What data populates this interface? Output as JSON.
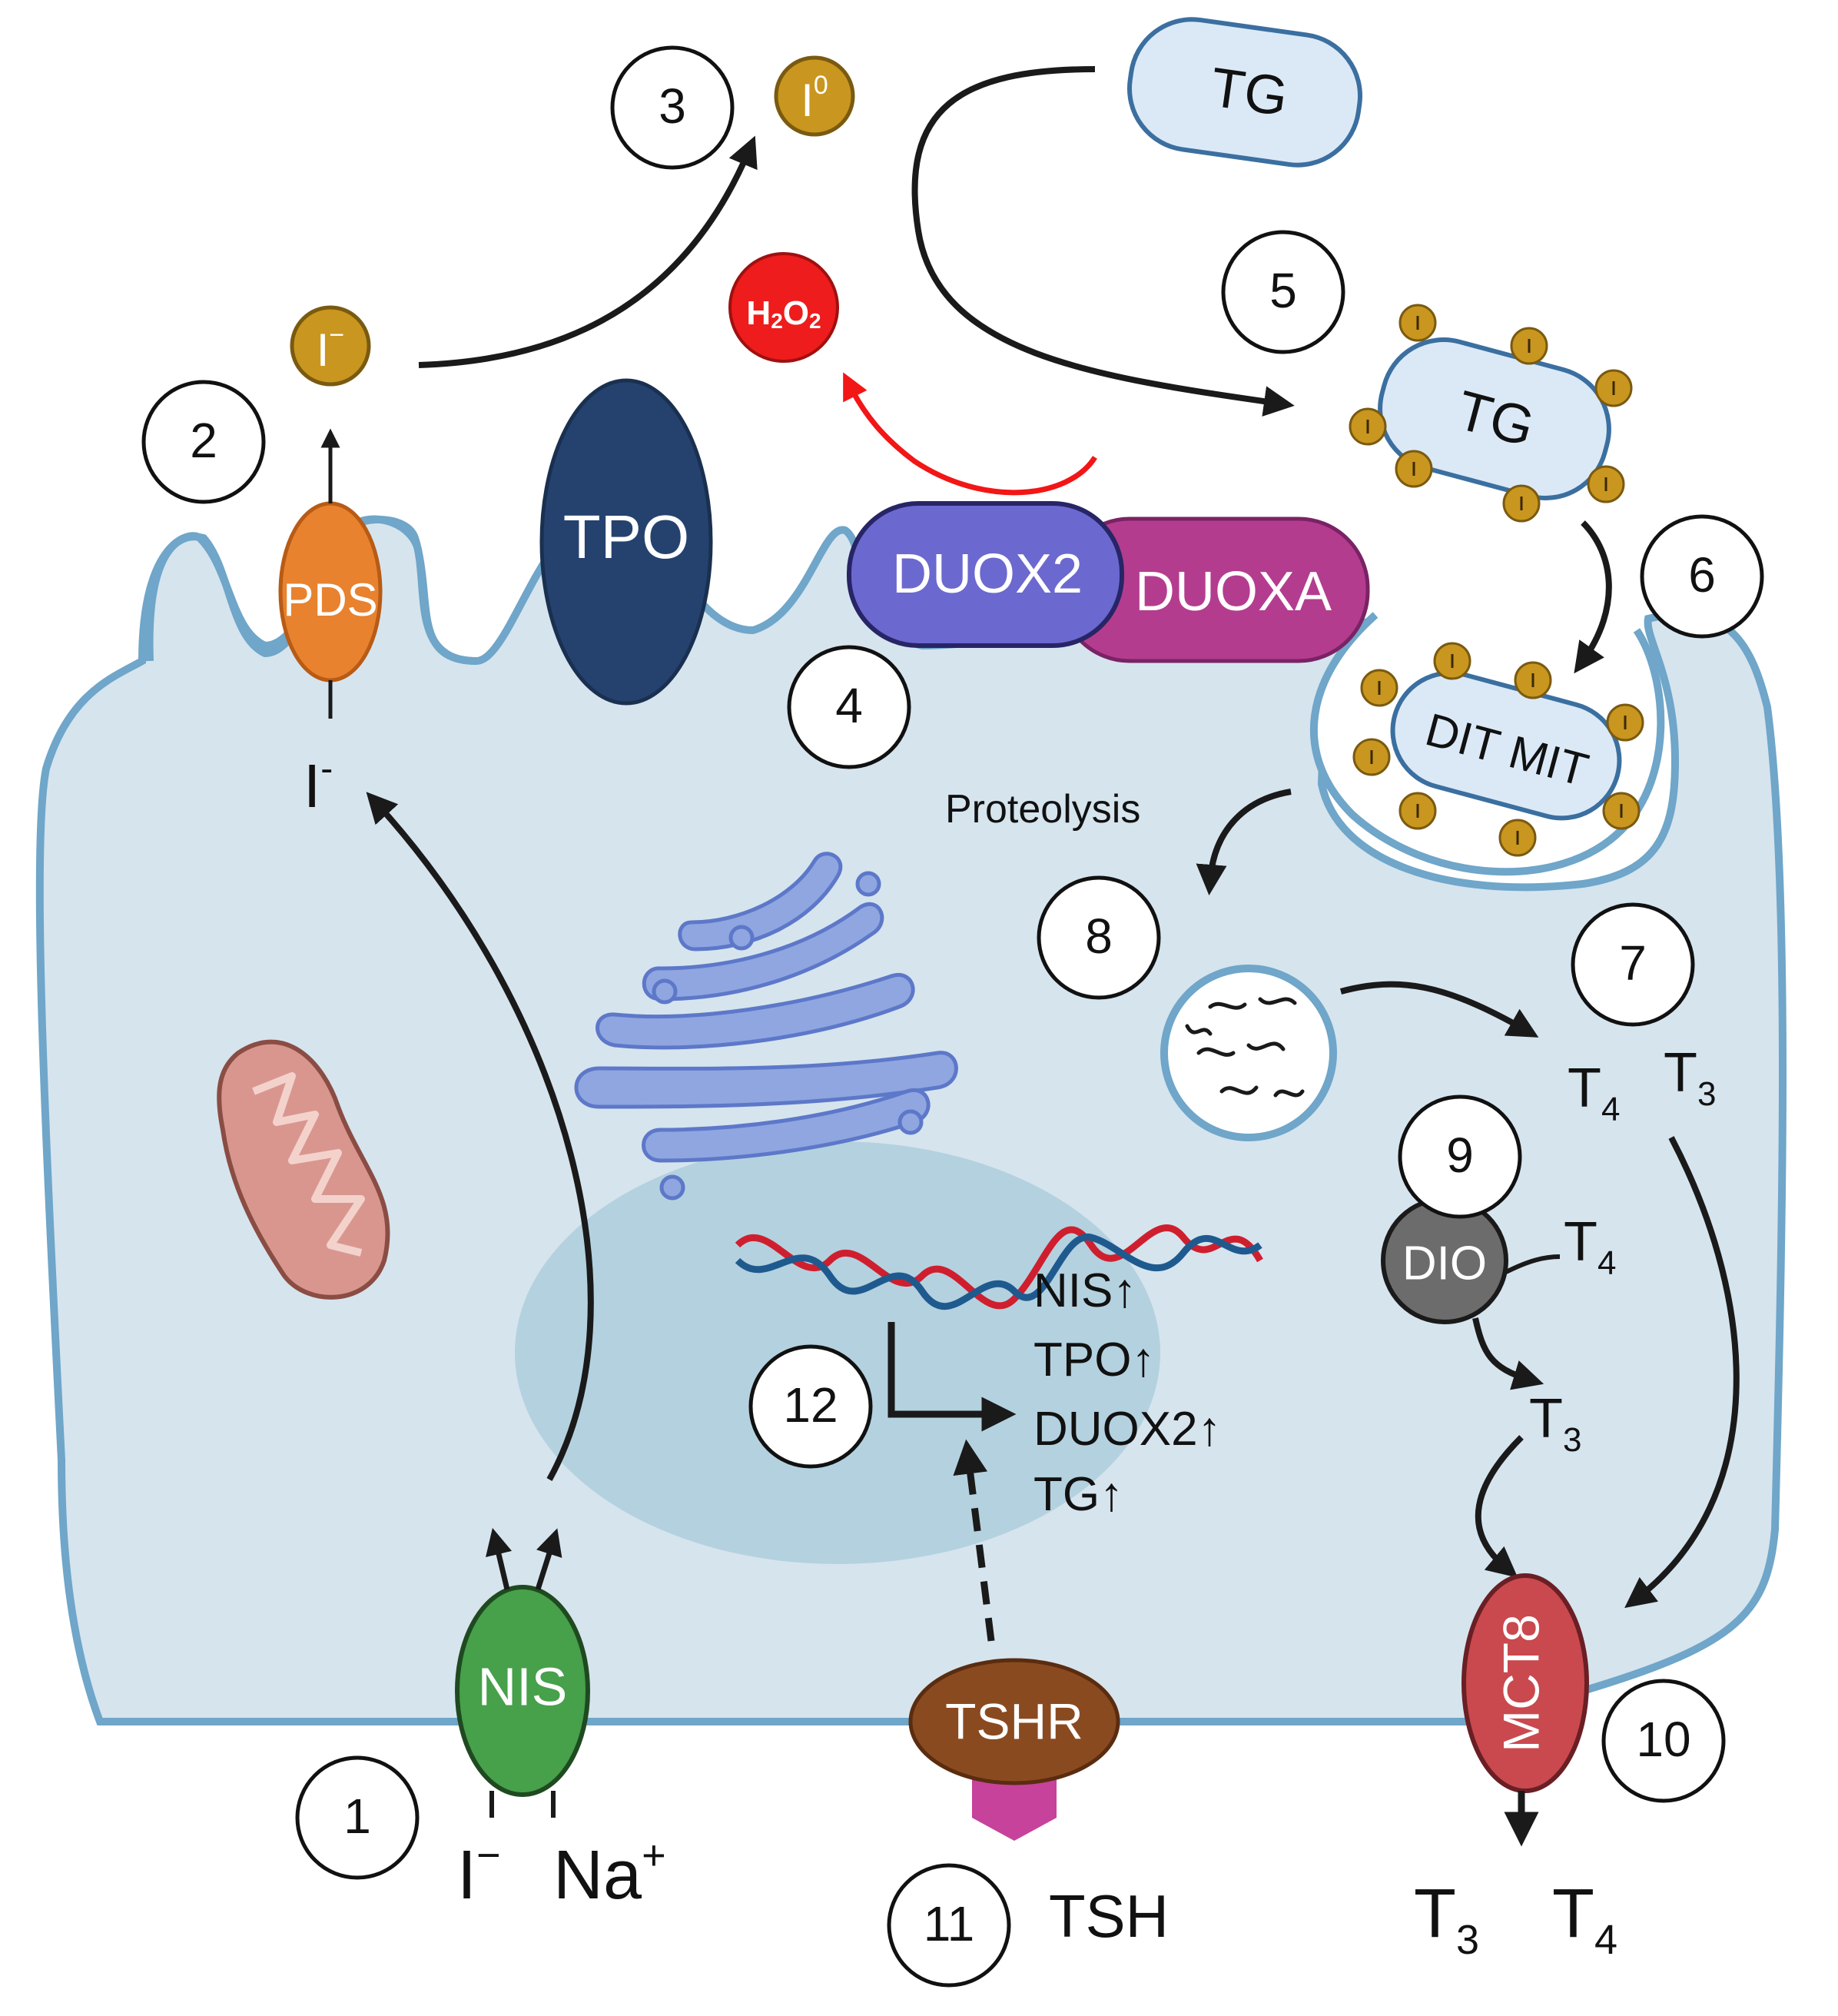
{
  "labels": {
    "pds": "PDS",
    "tpo": "TPO",
    "duox2": "DUOX2",
    "duoxa": "DUOXA",
    "tg_free": "TG",
    "tg_iodinated": "TG",
    "dit_mit": "DIT MIT",
    "nis": "NIS",
    "tshr": "TSHR",
    "tsh": "TSH",
    "mct8": "MCT8",
    "dio": "DIO",
    "proteolysis": "Proteolysis",
    "h2o2": {
      "main_h": "H",
      "sub_2a": "2",
      "main_o": "O",
      "sub_2b": "2"
    },
    "iodide_top": {
      "base": "I",
      "sup": "−"
    },
    "iodine_elemental": {
      "base": "I",
      "sup": "0"
    },
    "iodide_cell": {
      "base": "I",
      "sup": "-"
    },
    "iodide_in": {
      "base": "I",
      "sup": "−"
    },
    "sodium_in": {
      "base": "Na",
      "sup": "+"
    },
    "t4_a": {
      "base": "T",
      "sub": "4"
    },
    "t3_a": {
      "base": "T",
      "sub": "3"
    },
    "t4_b": {
      "base": "T",
      "sub": "4"
    },
    "t3_b": {
      "base": "T",
      "sub": "3"
    },
    "t3_out": {
      "base": "T",
      "sub": "3"
    },
    "t4_out": {
      "base": "T",
      "sub": "4"
    }
  },
  "gene_list": [
    "NIS↑",
    "TPO↑",
    "DUOX2↑",
    "TG↑"
  ],
  "steps": [
    "1",
    "2",
    "3",
    "4",
    "5",
    "6",
    "7",
    "8",
    "9",
    "10",
    "11",
    "12"
  ],
  "colors": {
    "cell_fill": "#d6e4ee",
    "membrane": "#6fa6c9",
    "nucleus": "#b4d1df",
    "pds": "#e8822e",
    "tpo": "#25426f",
    "duox2": "#6b68cf",
    "duoxa": "#b43c8f",
    "nis": "#47a04a",
    "tshr": "#8a4a20",
    "tsh": "#c6429b",
    "mct8": "#c9494f",
    "dio": "#6c6c6c",
    "iodine": "#c9961f",
    "h2o2": "#ee1c1c",
    "tg_fill": "#dbe9f7",
    "tg_stroke": "#3b6fa0",
    "golgi": "#8fa6e0",
    "mito": "#d9968f",
    "dna_red": "#cf1f2e",
    "dna_blue": "#1f5a8f",
    "arrow": "#1a1a1a",
    "red_arrow": "#f21616"
  }
}
